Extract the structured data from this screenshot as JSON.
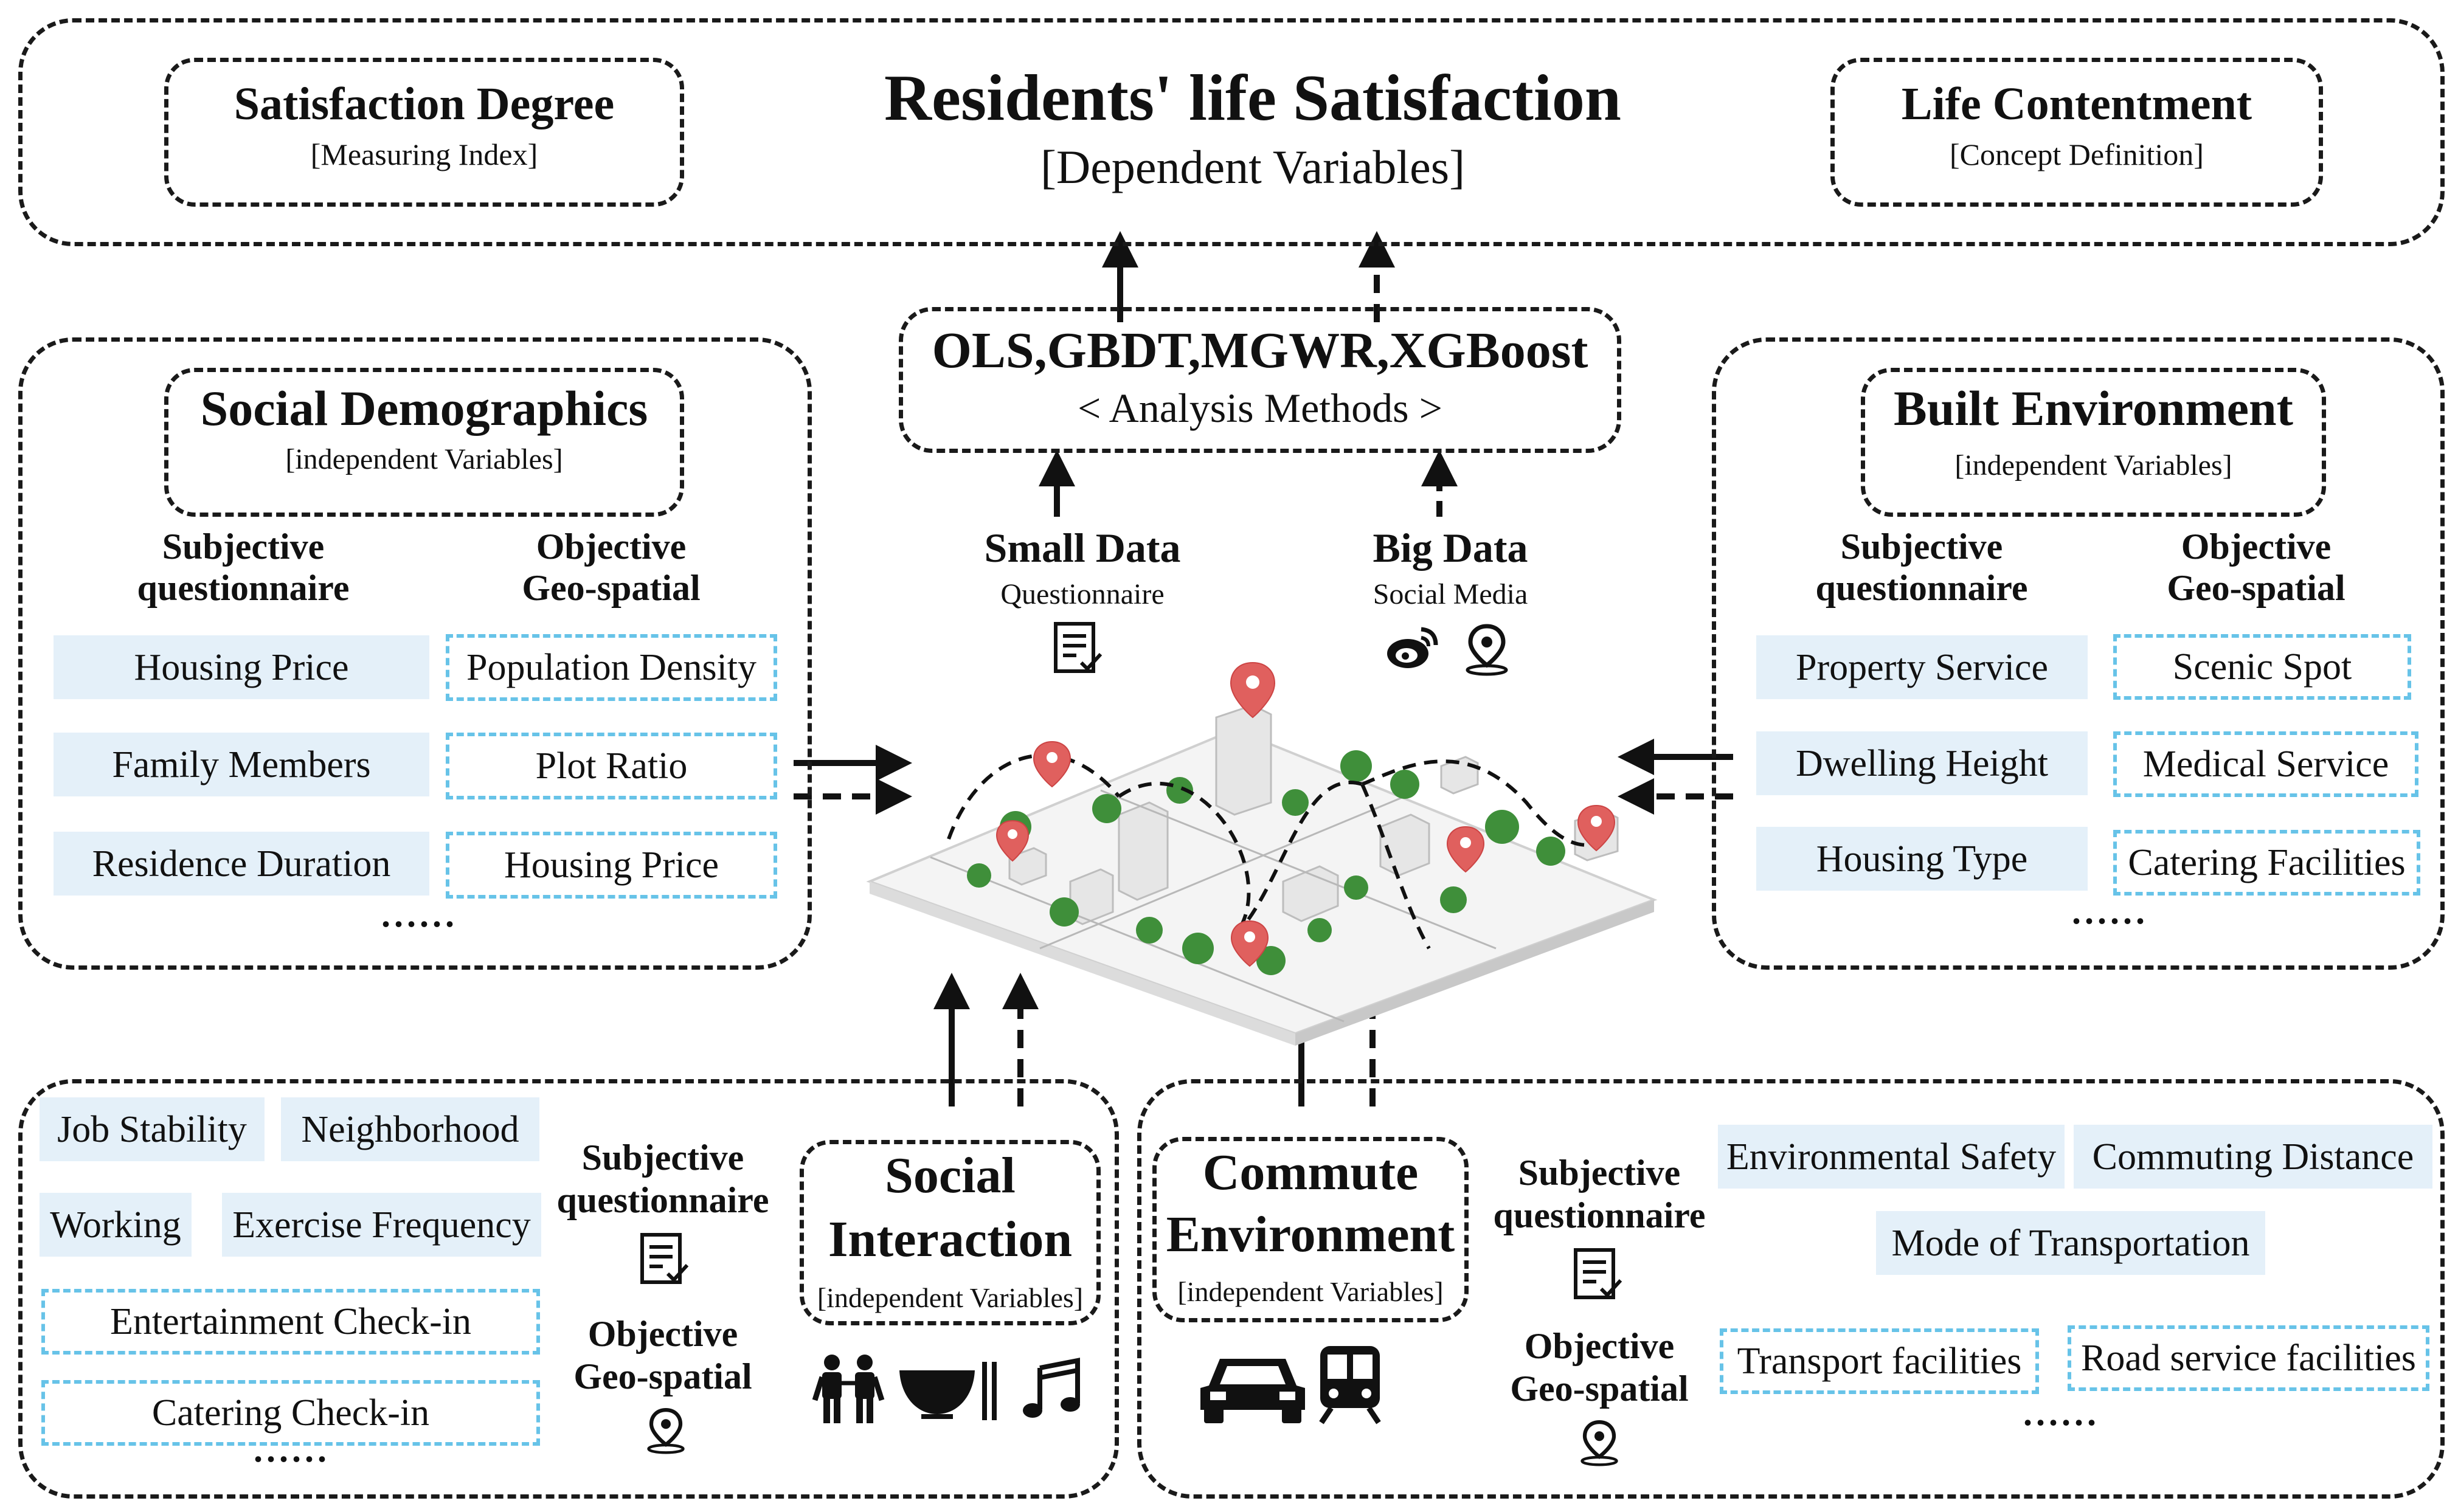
{
  "top": {
    "title": "Residents' life Satisfaction",
    "subtitle": "[Dependent Variables]",
    "left_box": {
      "title": "Satisfaction Degree",
      "sub": "[Measuring Index]"
    },
    "right_box": {
      "title": "Life Contentment",
      "sub": "[Concept Definition]"
    }
  },
  "methods": {
    "title": "OLS,GBDT,MGWR,XGBoost",
    "sub": "< Analysis Methods >"
  },
  "small_data": {
    "title": "Small Data",
    "sub": "Questionnaire"
  },
  "big_data": {
    "title": "Big Data",
    "sub": "Social Media"
  },
  "social_demo": {
    "title": "Social Demographics",
    "sub": "[independent Variables]",
    "subj_head": "Subjective questionnaire",
    "obj_head_1": "Objective",
    "obj_head_2": "Geo-spatial",
    "subj_1": "Subjective",
    "subj_2": "questionnaire",
    "subjective": [
      "Housing Price",
      "Family Members",
      "Residence Duration"
    ],
    "objective": [
      "Population Density",
      "Plot Ratio",
      "Housing Price"
    ],
    "ellipsis": "......"
  },
  "built_env": {
    "title": "Built Environment",
    "sub": "[independent Variables]",
    "subj_1": "Subjective",
    "subj_2": "questionnaire",
    "obj_head_1": "Objective",
    "obj_head_2": "Geo-spatial",
    "subjective": [
      "Property Service",
      "Dwelling Height",
      "Housing Type"
    ],
    "objective": [
      "Scenic Spot",
      "Medical Service",
      "Catering Facilities"
    ],
    "ellipsis": "......"
  },
  "social_inter": {
    "title_1": "Social",
    "title_2": "Interaction",
    "sub": "[independent Variables]",
    "subj_1": "Subjective",
    "subj_2": "questionnaire",
    "obj_1": "Objective",
    "obj_2": "Geo-spatial",
    "items": [
      "Job Stability",
      "Neighborhood",
      "Working",
      "Exercise Frequency"
    ],
    "checkins": [
      "Entertainment Check-in",
      "Catering Check-in"
    ],
    "ellipsis": "......"
  },
  "commute": {
    "title_1": "Commute",
    "title_2": "Environment",
    "sub": "[independent Variables]",
    "subj_1": "Subjective",
    "subj_2": "questionnaire",
    "obj_1": "Objective",
    "obj_2": "Geo-spatial",
    "items": [
      "Environmental Safety",
      "Commuting Distance",
      "Mode of Transportation"
    ],
    "facilities": [
      "Transport facilities",
      "Road service facilities"
    ],
    "ellipsis": "......"
  },
  "colors": {
    "light_blue_fill": "#e4f0f9",
    "dash_blue": "#67c3e8",
    "pin_red": "#e0605e"
  }
}
